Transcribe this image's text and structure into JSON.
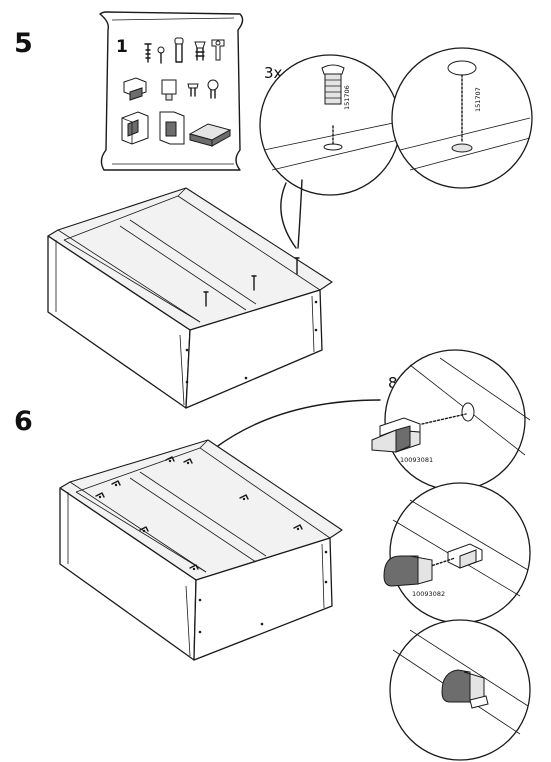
{
  "steps": [
    {
      "number": "5",
      "quantity": "3x",
      "part_ids": [
        "151706",
        "151707"
      ]
    },
    {
      "number": "6",
      "quantity": "8x",
      "part_ids": [
        "10093081",
        "10093082"
      ]
    }
  ],
  "parts_bag": {
    "label": "1"
  }
}
